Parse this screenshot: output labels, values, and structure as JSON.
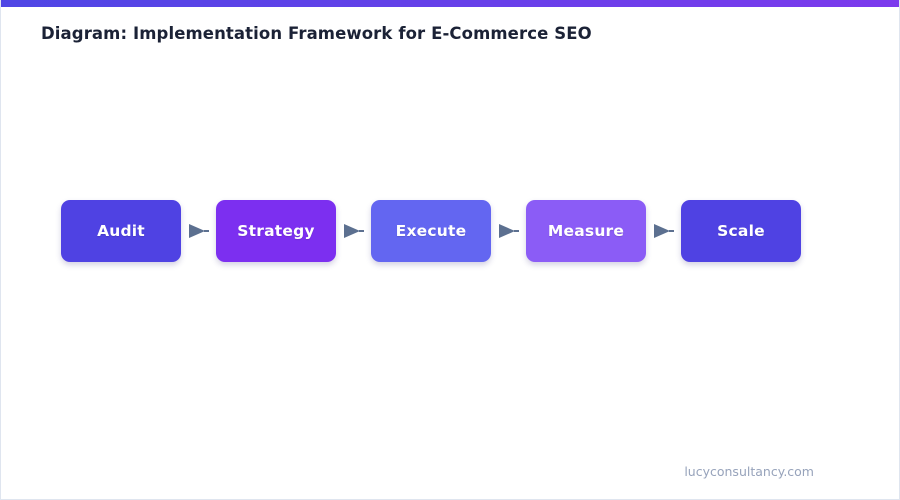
{
  "page": {
    "title": "Diagram: Implementation Framework for E-Commerce SEO",
    "footer": "lucyconsultancy.com",
    "background": "#ffffff",
    "border_color": "#dfe5ef",
    "title_color": "#1b2236",
    "footer_color": "#97a3bb"
  },
  "accent_bar": {
    "gradient_from": "#4f46e5",
    "gradient_to": "#7c3aed"
  },
  "chart_data": {
    "type": "diagram",
    "subtype": "linear-process-flow",
    "title": "Diagram: Implementation Framework for E-Commerce SEO",
    "orientation": "horizontal",
    "connector_style": "solid-triangle-arrow",
    "connector_color": "#5c7090",
    "node_text_color": "#ffffff",
    "nodes": [
      {
        "id": "audit",
        "label": "Audit",
        "order": 1,
        "color": "#4f42e3"
      },
      {
        "id": "strategy",
        "label": "Strategy",
        "order": 2,
        "color": "#7c2ff0"
      },
      {
        "id": "execute",
        "label": "Execute",
        "order": 3,
        "color": "#6366f1"
      },
      {
        "id": "measure",
        "label": "Measure",
        "order": 4,
        "color": "#8b5cf6"
      },
      {
        "id": "scale",
        "label": "Scale",
        "order": 5,
        "color": "#4f42e3"
      }
    ],
    "edges": [
      {
        "from": "audit",
        "to": "strategy"
      },
      {
        "from": "strategy",
        "to": "execute"
      },
      {
        "from": "execute",
        "to": "measure"
      },
      {
        "from": "measure",
        "to": "scale"
      }
    ]
  }
}
